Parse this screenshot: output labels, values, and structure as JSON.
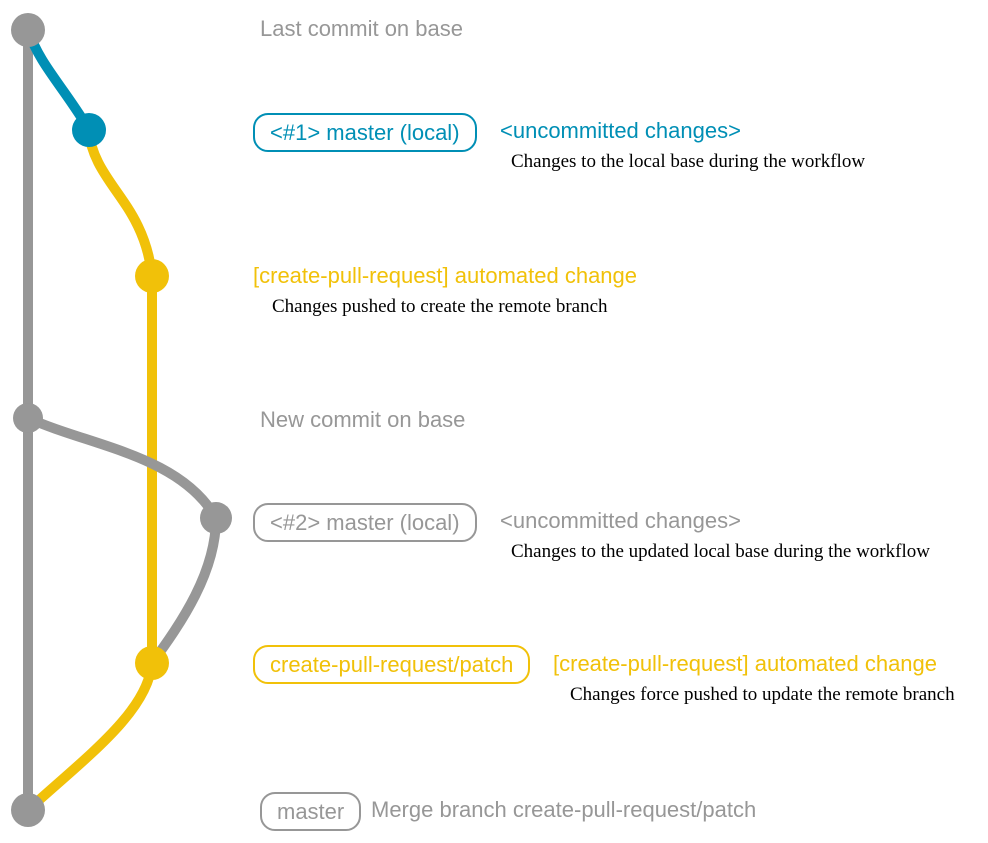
{
  "colors": {
    "gray": "#979797",
    "teal": "#008fb5",
    "yellow": "#f1c109",
    "description_text": "#000000",
    "background": "#ffffff"
  },
  "rows": {
    "last_commit": {
      "title": "Last commit on base"
    },
    "master_local_1": {
      "badge": "<#1> master (local)",
      "heading": "<uncommitted changes>",
      "description": "Changes to the local base during the workflow"
    },
    "automated_change_1": {
      "heading": "[create-pull-request] automated change",
      "description": "Changes pushed to create the remote branch"
    },
    "new_commit": {
      "title": "New commit on base"
    },
    "master_local_2": {
      "badge": "<#2> master (local)",
      "heading": "<uncommitted changes>",
      "description": "Changes to the updated local base during the workflow"
    },
    "patch_branch": {
      "badge": "create-pull-request/patch",
      "heading": "[create-pull-request] automated change",
      "description": "Changes force pushed to update the remote branch"
    },
    "merge": {
      "badge": "master",
      "heading": "Merge branch create-pull-request/patch"
    }
  }
}
